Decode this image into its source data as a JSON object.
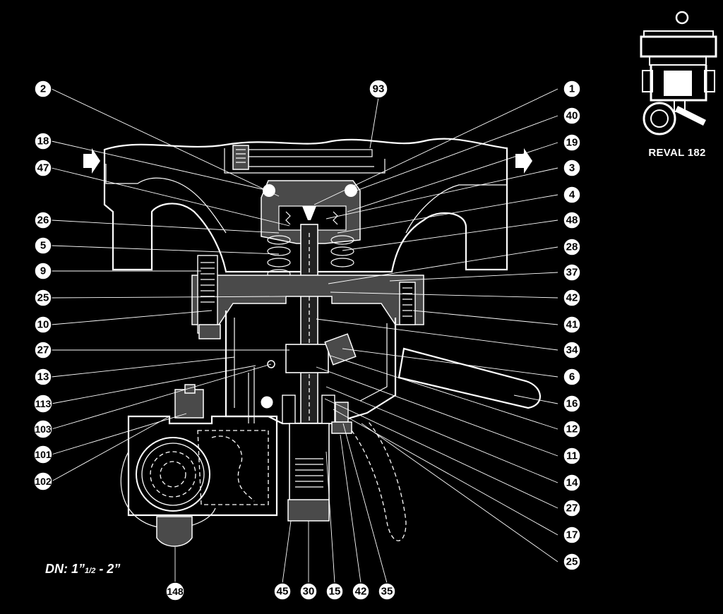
{
  "model": {
    "title": "REVAL 182"
  },
  "dn": {
    "prefix": "DN: 1”",
    "fraction": "1/2",
    "suffix": " - 2”"
  },
  "callouts": [
    {
      "id": "left-2",
      "text": "2"
    },
    {
      "id": "left-18",
      "text": "18"
    },
    {
      "id": "left-47",
      "text": "47"
    },
    {
      "id": "left-26",
      "text": "26"
    },
    {
      "id": "left-5",
      "text": "5"
    },
    {
      "id": "left-9",
      "text": "9"
    },
    {
      "id": "left-25",
      "text": "25"
    },
    {
      "id": "left-10",
      "text": "10"
    },
    {
      "id": "left-27",
      "text": "27"
    },
    {
      "id": "left-13",
      "text": "13"
    },
    {
      "id": "left-113",
      "text": "113"
    },
    {
      "id": "left-103",
      "text": "103"
    },
    {
      "id": "left-101",
      "text": "101"
    },
    {
      "id": "left-102",
      "text": "102"
    },
    {
      "id": "top-93",
      "text": "93"
    },
    {
      "id": "right-1",
      "text": "1"
    },
    {
      "id": "right-40",
      "text": "40"
    },
    {
      "id": "right-19",
      "text": "19"
    },
    {
      "id": "right-3",
      "text": "3"
    },
    {
      "id": "right-4",
      "text": "4"
    },
    {
      "id": "right-48",
      "text": "48"
    },
    {
      "id": "right-28",
      "text": "28"
    },
    {
      "id": "right-37",
      "text": "37"
    },
    {
      "id": "right-42",
      "text": "42"
    },
    {
      "id": "right-41",
      "text": "41"
    },
    {
      "id": "right-34",
      "text": "34"
    },
    {
      "id": "right-6",
      "text": "6"
    },
    {
      "id": "right-16",
      "text": "16"
    },
    {
      "id": "right-12",
      "text": "12"
    },
    {
      "id": "right-11",
      "text": "11"
    },
    {
      "id": "right-14",
      "text": "14"
    },
    {
      "id": "right-27",
      "text": "27"
    },
    {
      "id": "right-17",
      "text": "17"
    },
    {
      "id": "right-25",
      "text": "25"
    },
    {
      "id": "bottom-148",
      "text": "148"
    },
    {
      "id": "bottom-45",
      "text": "45"
    },
    {
      "id": "bottom-30",
      "text": "30"
    },
    {
      "id": "bottom-15",
      "text": "15"
    },
    {
      "id": "bottom-42",
      "text": "42"
    },
    {
      "id": "bottom-35",
      "text": "35"
    }
  ],
  "colors": {
    "background": "#000000",
    "lines": "#ffffff",
    "fill": "#4a4a4a"
  }
}
